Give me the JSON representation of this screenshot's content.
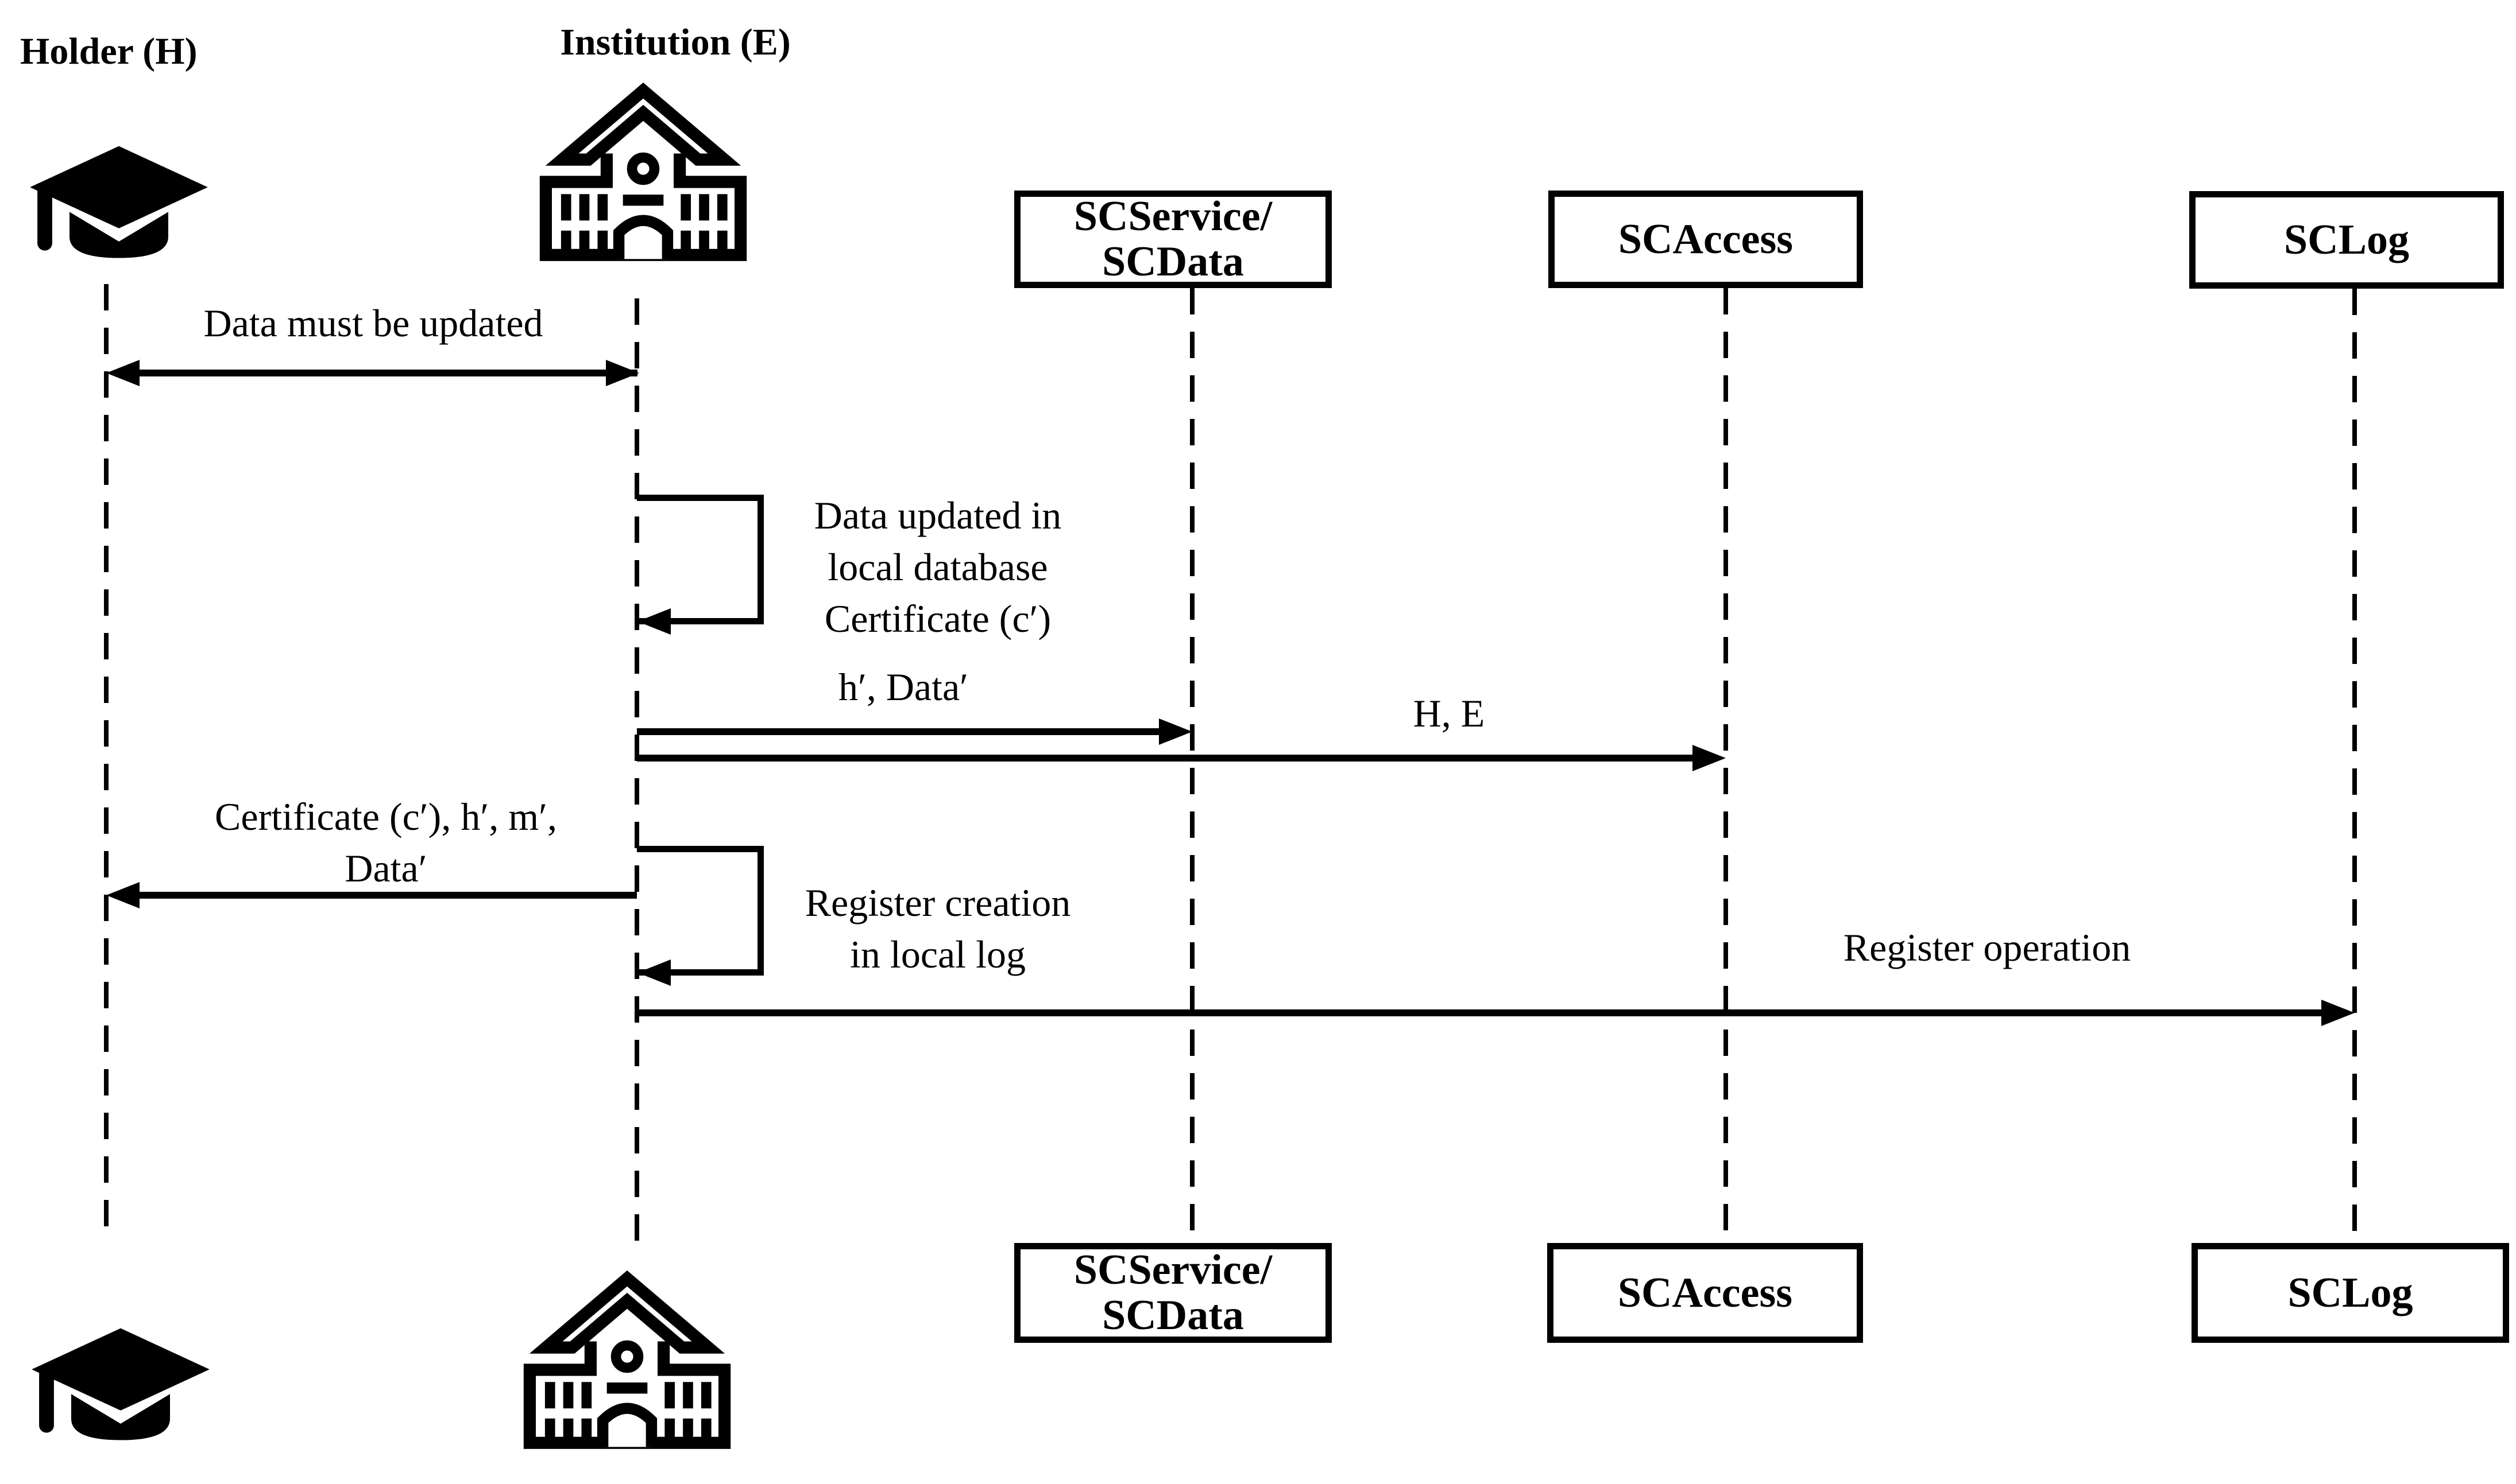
{
  "diagram": {
    "type": "uml-sequence-diagram",
    "colors": {
      "line": "#000000",
      "background": "#ffffff"
    },
    "actors": {
      "holder": {
        "title": "Holder (H)",
        "icon": "graduation-cap"
      },
      "institution": {
        "title": "Institution (E)",
        "icon": "institution-building"
      }
    },
    "participants": {
      "scservice": {
        "label_line1": "SCService/",
        "label_line2": "SCData"
      },
      "scaccess": {
        "label": "SCAccess"
      },
      "sclog": {
        "label": "SCLog"
      }
    },
    "messages": {
      "update_request": "Data must be updated",
      "local_update": {
        "line1": "Data updated in",
        "line2": "local database",
        "line3": "Certificate (c′)"
      },
      "h_data": "h′, Data′",
      "h_e": "H, E",
      "certificate": {
        "line1": "Certificate (c′), h′, m′,",
        "line2": "Data′"
      },
      "register_creation": {
        "line1": "Register creation",
        "line2": "in local log"
      },
      "register_operation": "Register operation"
    }
  }
}
